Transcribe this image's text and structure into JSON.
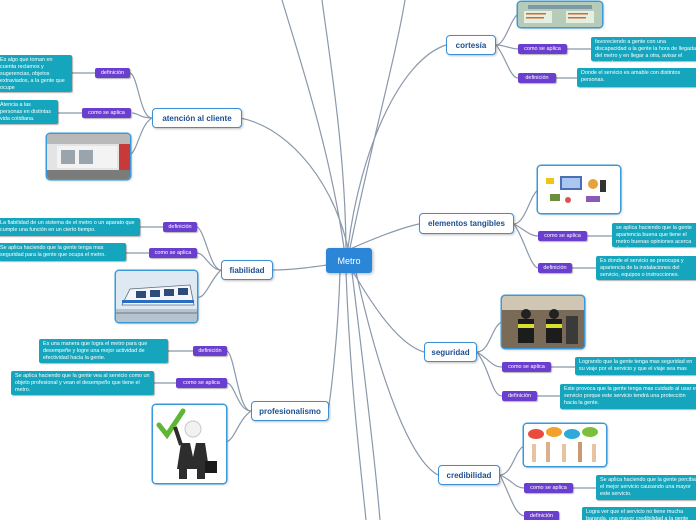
{
  "root": {
    "label": "Metro"
  },
  "topics": {
    "cortesia": {
      "label": "cortesía",
      "como_label": "como se aplica",
      "como_text": "favoreciendo a gente con una discapacidad a la gente la hora de llegada del metro y en llegar a otra, avisar el cierre de puertas",
      "def_label": "definición",
      "def_text": "Donde el servicio es amable con distintos personas."
    },
    "atencion": {
      "label": "atención al cliente",
      "def_label": "definición",
      "def_text": "Es algo que toman en cuenta reclamos y sugerencias, objetos extraviados, a la gente que ocupe",
      "como_label": "como se aplica",
      "como_text": "Atencia a las personas en distintas vida cotidiana."
    },
    "tangibles": {
      "label": "elementos tangibles",
      "como_label": "como se aplica",
      "como_text": "se aplica haciendo que la gente apariencia buena que tiene el metro buenas opiniones acerca de el",
      "def_label": "definición",
      "def_text": "Es donde el servicio se preocupa y apariencia de la instalaciones del servicio, equipos o instrucciones."
    },
    "fiabilidad": {
      "label": "fiabilidad",
      "def_label": "definición",
      "def_text": "La fiabilidad de un sistema de el metro o un aparato que cumple una función en un cierto tiempo.",
      "como_label": "como se aplica",
      "como_text": "Se aplica haciendo que la gente tenga mas seguridad para la gente que ocupa el metro."
    },
    "seguridad": {
      "label": "seguridad",
      "como_label": "como se aplica",
      "como_text": "Logrando que la gente tenga mas seguridad en su viaje por el servicio y que el viaje sea mas",
      "def_label": "definición",
      "def_text": "Este provoca que la gente tenga mas cuidado al usar el servicio porque este servicio tendrá una protección hacia la gente."
    },
    "profesionalismo": {
      "label_a": "profesion",
      "label_b": "alismo",
      "def_label": "definición",
      "def_text": "Es una manera que logra el metro para que desempeñe y logre una mejor actividad de efectividad hacia la gente.",
      "como_label": "como se aplica",
      "como_text": "Se aplica haciendo que la gente vea al servicio como un objeto profesional y vean el desempeño que tiene el metro."
    },
    "credibilidad": {
      "label": "credibilidad",
      "como_label": "como se aplica",
      "como_text": "Se aplica haciendo que la gente perciba el mejor servicio causando una mayor este servicio.",
      "def_label": "definición",
      "def_text": "Logra ver que el servicio no tiene mucha baranda, una mayor credibilidad a la gente"
    }
  },
  "colors": {
    "link": "#8a98ab",
    "node_border": "#3b8fd6",
    "root_bg": "#2c86d8",
    "tag_bg": "#6a3fd0",
    "note_bg": "#15a6bd"
  },
  "icons": [
    "metro-infographic-image",
    "metro-station-image",
    "metro-train-image",
    "checkmark-businessman-image",
    "tangible-elements-image",
    "security-guards-image",
    "speech-bubbles-image"
  ]
}
